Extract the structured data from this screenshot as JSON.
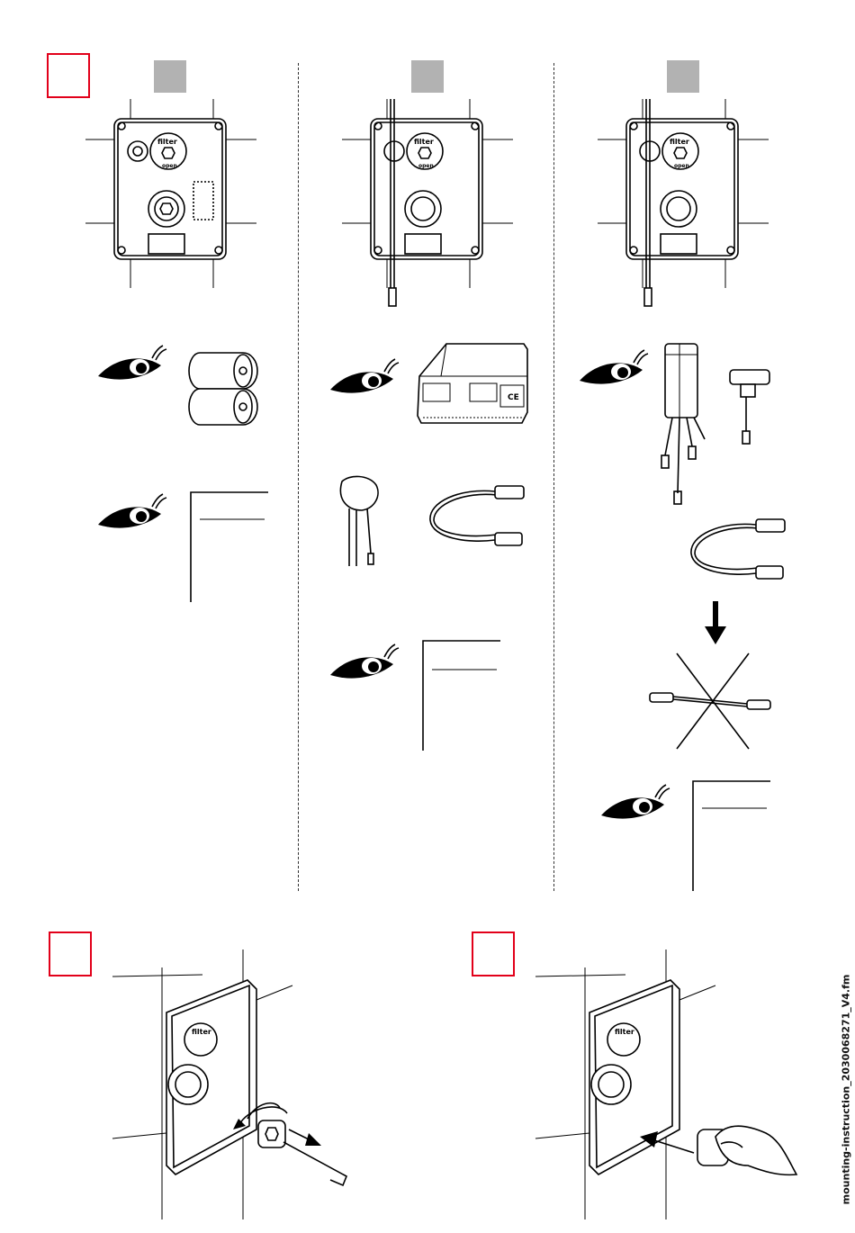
{
  "panel": {
    "valve_filter_label": "filter",
    "valve_open_label": "open"
  },
  "footer": {
    "doc_filename": "mounting-instruction_2030068271_V4.fm"
  },
  "colors": {
    "step_marker_border": "#e2001a",
    "variant_marker": "#b2b2b2",
    "line": "#000000"
  }
}
